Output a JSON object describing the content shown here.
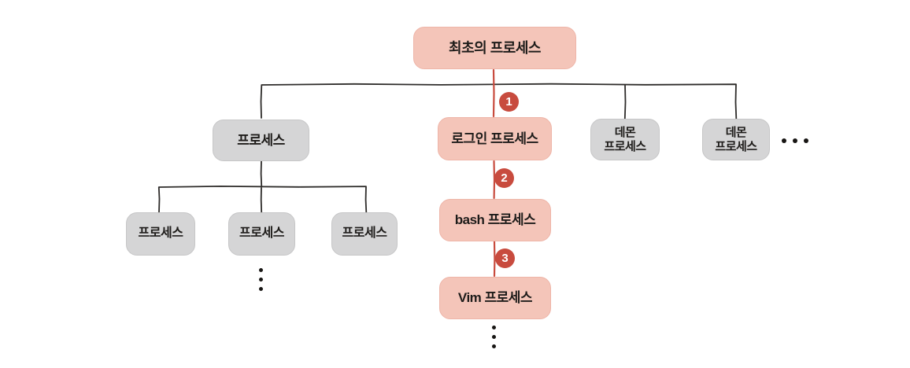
{
  "colors": {
    "pink": "#f4c5b9",
    "pink-border": "#eeb5a8",
    "gray": "#d5d5d6",
    "gray-border": "#c6c6c7",
    "line": "#2e2c2a",
    "red": "#c84b3e",
    "text": "#1e1c1a",
    "background": "#ffffff"
  },
  "nodes": {
    "root": {
      "label": "최초의 프로세스"
    },
    "process_parent": {
      "label": "프로세스"
    },
    "login": {
      "label": "로그인 프로세스"
    },
    "daemon1": {
      "lines": [
        "데몬",
        "프로세스"
      ]
    },
    "daemon2": {
      "lines": [
        "데몬",
        "프로세스"
      ]
    },
    "child1": {
      "label": "프로세스"
    },
    "child2": {
      "label": "프로세스"
    },
    "child3": {
      "label": "프로세스"
    },
    "bash": {
      "label": "bash 프로세스"
    },
    "vim": {
      "label": "Vim 프로세스"
    }
  },
  "badges": {
    "step1": "1",
    "step2": "2",
    "step3": "3"
  },
  "ellipses": {
    "daemon_more": "horizontal-ellipsis",
    "process_more": "vertical-ellipsis",
    "vim_more": "vertical-ellipsis"
  }
}
